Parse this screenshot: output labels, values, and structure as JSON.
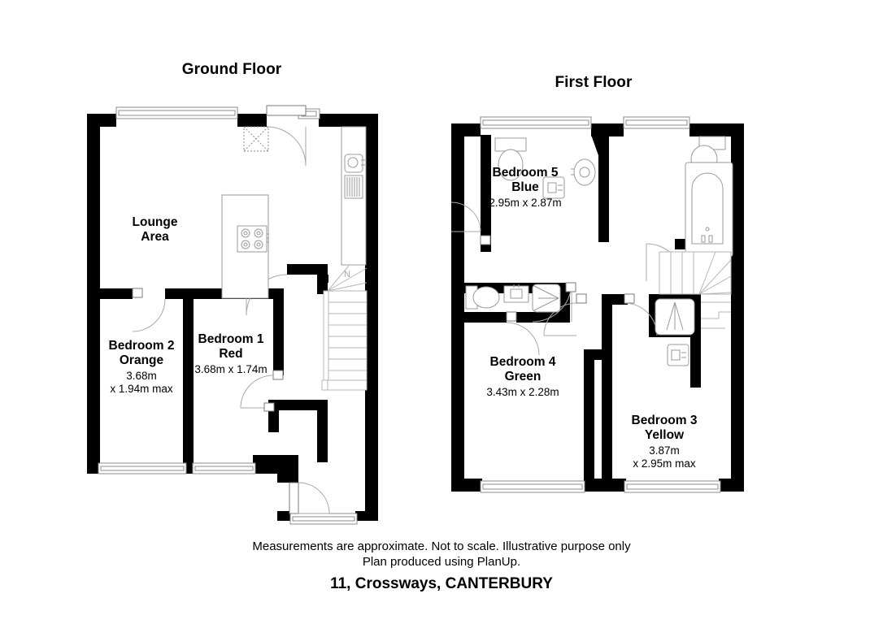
{
  "document": {
    "address_title": "11, Crossways, CANTERBURY",
    "footnote_line1": "Measurements are approximate. Not to scale. Illustrative purpose only",
    "footnote_line2": "Plan produced using PlanUp."
  },
  "floors": [
    {
      "id": "ground",
      "title": "Ground Floor",
      "rooms": [
        {
          "id": "lounge",
          "name": "Lounge",
          "sub": "Area",
          "dim_line1": "",
          "dim_line2": ""
        },
        {
          "id": "bedroom2",
          "name": "Bedroom 2",
          "sub": "Orange",
          "dim_line1": "3.68m",
          "dim_line2": "x 1.94m max"
        },
        {
          "id": "bedroom1",
          "name": "Bedroom 1",
          "sub": "Red",
          "dim_line1": "3.68m x 1.74m",
          "dim_line2": ""
        }
      ]
    },
    {
      "id": "first",
      "title": "First Floor",
      "rooms": [
        {
          "id": "bedroom5",
          "name": "Bedroom 5",
          "sub": "Blue",
          "dim_line1": "2.95m x 2.87m",
          "dim_line2": ""
        },
        {
          "id": "bedroom4",
          "name": "Bedroom 4",
          "sub": "Green",
          "dim_line1": "3.43m x 2.28m",
          "dim_line2": ""
        },
        {
          "id": "bedroom3",
          "name": "Bedroom 3",
          "sub": "Yellow",
          "dim_line1": "3.87m",
          "dim_line2": "x 2.95m max"
        }
      ]
    }
  ],
  "colors": {
    "wall": "#000000",
    "background": "#ffffff",
    "fixture_stroke": "#9a9a9a",
    "text": "#000000"
  }
}
